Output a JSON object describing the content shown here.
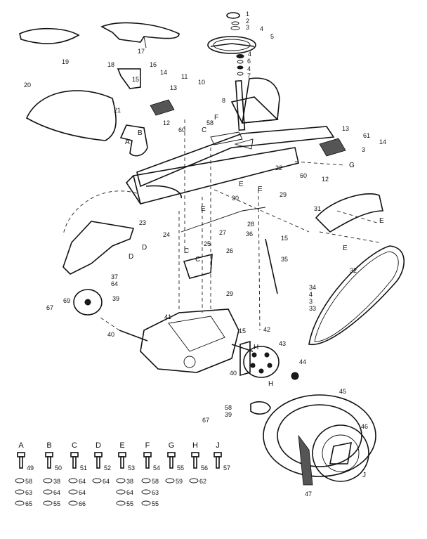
{
  "callouts": {
    "n1": "1",
    "n2": "2",
    "n3": "3",
    "n4": "4",
    "n5": "5",
    "n17": "17",
    "n19": "19",
    "n18": "18",
    "n16": "16",
    "n14": "14",
    "n15": "15",
    "n13": "13",
    "n11": "11",
    "n10": "10",
    "n12": "12",
    "n60": "60",
    "n58": "58",
    "n8": "8",
    "n20": "20",
    "n21": "21",
    "n22": "22",
    "n61": "61",
    "n23": "23",
    "n24": "24",
    "n25": "25",
    "n26": "26",
    "n27": "27",
    "n28": "28",
    "n29": "29",
    "n30": "30",
    "n31": "31",
    "n32": "32",
    "n33": "33",
    "n34": "34",
    "n35": "35",
    "n36": "36",
    "n37": "37",
    "n39": "39",
    "n40": "40",
    "n41": "41",
    "n42": "42",
    "n43": "43",
    "n44": "44",
    "n45": "45",
    "n46": "46",
    "n47": "47",
    "n6": "6",
    "n7": "7",
    "n67": "67",
    "n69": "69",
    "n64": "64"
  },
  "letters": {
    "A": "A",
    "B": "B",
    "C": "C",
    "D": "D",
    "E": "E",
    "F": "F",
    "G": "G",
    "H": "H",
    "J": "J"
  },
  "hardware_key": [
    {
      "letter": "A",
      "bolt": "49",
      "r1": "58",
      "r2": "63",
      "r3": "65"
    },
    {
      "letter": "B",
      "bolt": "50",
      "r1": "38",
      "r2": "64",
      "r3": "55"
    },
    {
      "letter": "C",
      "bolt": "51",
      "r1": "64",
      "r2": "64",
      "r3": "66"
    },
    {
      "letter": "D",
      "bolt": "52",
      "r1": "64",
      "r2": "",
      "r3": ""
    },
    {
      "letter": "E",
      "bolt": "53",
      "r1": "38",
      "r2": "64",
      "r3": "55"
    },
    {
      "letter": "F",
      "bolt": "54",
      "r1": "58",
      "r2": "63",
      "r3": "55"
    },
    {
      "letter": "G",
      "bolt": "55",
      "r1": "59",
      "r2": "",
      "r3": ""
    },
    {
      "letter": "H",
      "bolt": "56",
      "r1": "62",
      "r2": "",
      "r3": ""
    },
    {
      "letter": "J",
      "bolt": "57",
      "r1": "",
      "r2": "",
      "r3": ""
    }
  ]
}
